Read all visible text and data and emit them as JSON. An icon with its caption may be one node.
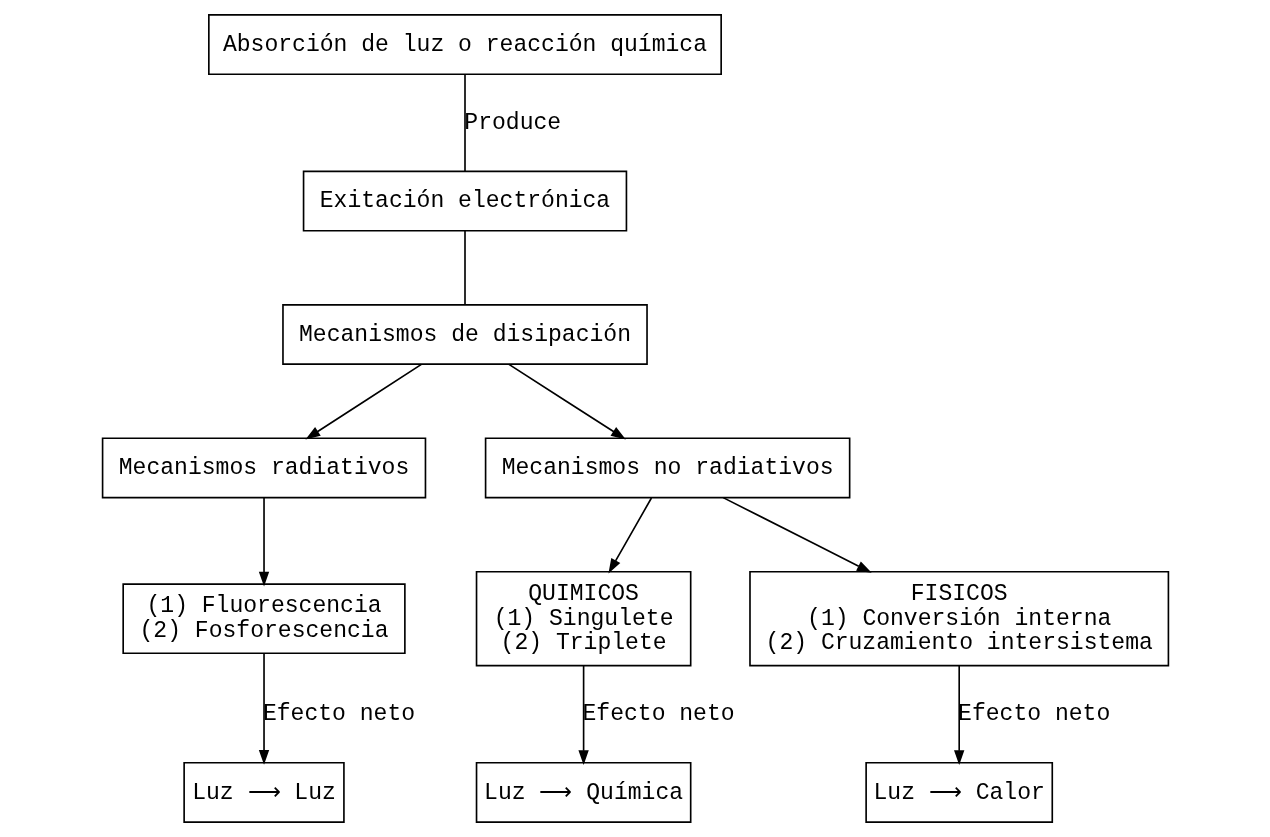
{
  "diagram": {
    "nodes": [
      {
        "text": [
          "Absorción de luz o reacción química"
        ]
      },
      {
        "text": [
          "Exitación electrónica"
        ]
      },
      {
        "text": [
          "Mecanismos de disipación"
        ]
      },
      {
        "text": [
          "Mecanismos radiativos"
        ]
      },
      {
        "text": [
          "Mecanismos no radiativos"
        ]
      },
      {
        "text": [
          "(1) Fluorescencia",
          "(2) Fosforescencia"
        ]
      },
      {
        "text": [
          "QUIMICOS",
          "(1) Singulete",
          "(2) Triplete"
        ]
      },
      {
        "text": [
          "FISICOS",
          "(1) Conversión interna",
          "(2) Cruzamiento intersistema"
        ]
      },
      {
        "text": [
          "Luz ⟶ Luz"
        ]
      },
      {
        "text": [
          "Luz ⟶ Química"
        ]
      },
      {
        "text": [
          "Luz ⟶ Calor"
        ]
      }
    ],
    "edges": [
      {
        "from": 0,
        "to": 1,
        "arrow": "none",
        "label": "Produce"
      },
      {
        "from": 1,
        "to": 2,
        "arrow": "none"
      },
      {
        "from": 2,
        "to": 3,
        "arrow": "to"
      },
      {
        "from": 2,
        "to": 4,
        "arrow": "to"
      },
      {
        "from": 3,
        "to": 5,
        "arrow": "to"
      },
      {
        "from": 4,
        "to": 6,
        "arrow": "to"
      },
      {
        "from": 4,
        "to": 7,
        "arrow": "to"
      },
      {
        "from": 5,
        "to": 8,
        "arrow": "to",
        "label": "Efecto neto"
      },
      {
        "from": 6,
        "to": 9,
        "arrow": "to",
        "label": "Efecto neto"
      },
      {
        "from": 7,
        "to": 10,
        "arrow": "to",
        "label": "Efecto neto"
      }
    ]
  }
}
